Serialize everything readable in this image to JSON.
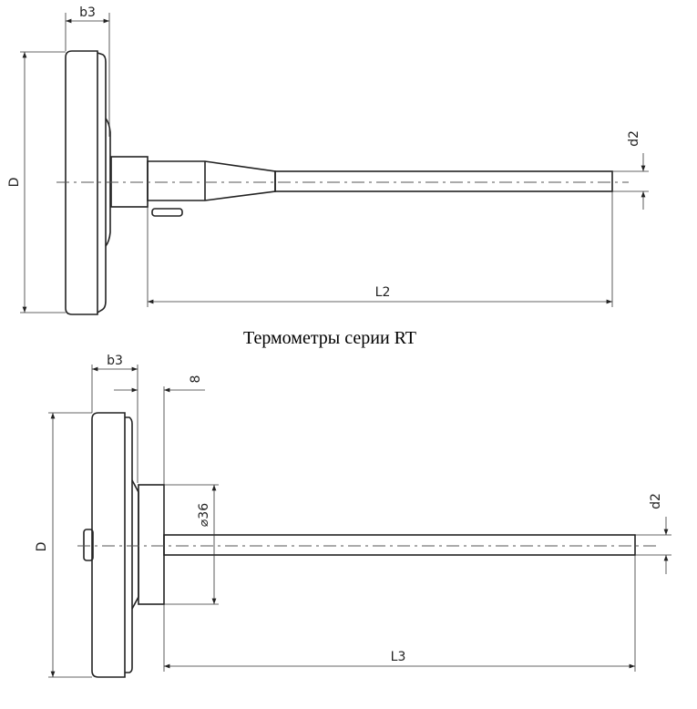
{
  "caption": "Термометры серии RT",
  "top_drawing": {
    "b3": "b3",
    "D": "D",
    "d2": "d2",
    "L2": "L2"
  },
  "bottom_drawing": {
    "b3": "b3",
    "offset": "8",
    "diameter": "⌀36",
    "D": "D",
    "d2": "d2",
    "L3": "L3"
  },
  "colors": {
    "line": "#222222",
    "background": "#ffffff"
  }
}
